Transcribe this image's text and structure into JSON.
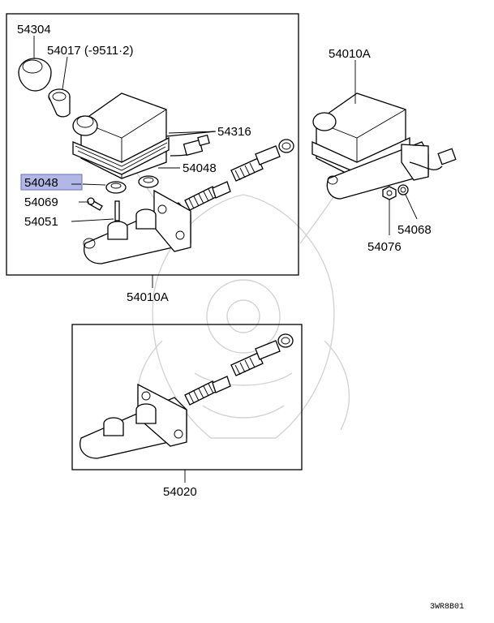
{
  "callouts": {
    "c54304": "54304",
    "c54017": "54017 (-9511·2)",
    "c54316": "54316",
    "c54048a": "54048",
    "c54048b": "54048",
    "c54069": "54069",
    "c54051": "54051",
    "c54010a_assy": "54010A",
    "c54010a_right": "54010A",
    "c54068": "54068",
    "c54076": "54076",
    "c54020": "54020"
  },
  "highlight_color": "#b3b7e6",
  "watermark_icon": "samurai-helmet-watermark-icon",
  "diagram_code": "3WR8B01"
}
